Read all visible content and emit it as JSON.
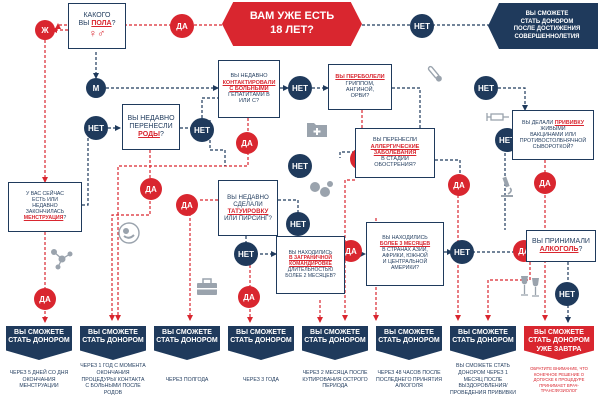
{
  "labels": {
    "yes": "ДА",
    "no": "НЕТ",
    "female": "Ж",
    "male": "М"
  },
  "colors": {
    "navy": "#1f3a5c",
    "red": "#d9262f",
    "icon_grey": "#9aa3ad"
  },
  "start": {
    "line1": "ВАМ УЖЕ ЕСТЬ",
    "line2": "18 ЛЕТ?"
  },
  "adult_banner": {
    "line1": "ВЫ СМОЖЕТЕ",
    "line2": "СТАТЬ ДОНОРОМ",
    "line3": "ПОСЛЕ ДОСТИЖЕНИЯ",
    "line4": "СОВЕРШЕННОЛЕТИЯ"
  },
  "questions": {
    "gender": {
      "pre": "КАКОГО",
      "mid": "ВЫ ",
      "hl": "ПОЛА",
      "post": "?"
    },
    "hepatitis": {
      "l1": "ВЫ НЕДАВНО",
      "hl1": "КОНТАКТИРОВАЛИ",
      "hl2": "С БОЛЬНЫМИ",
      "l2": "ГЕПАТИТАМИ В",
      "l3": "ИЛИ С?"
    },
    "flu": {
      "hl1": "ВЫ ПЕРЕБОЛЕЛИ",
      "l1": "ГРИППОМ, АНГИНОЙ,",
      "l2": "ОРВИ?"
    },
    "vaccine": {
      "l1": "ВЫ ДЕЛАЛИ",
      "hl": "ПРИВИВКУ",
      "l1b": " ЖИВЫМИ",
      "l2": "ВАКЦИНАМИ ИЛИ",
      "l3": "ПРОТИВОСТОЛБНЯЧНОЙ",
      "l4": "СЫВОРОТКОЙ?"
    },
    "birth": {
      "l1": "ВЫ НЕДАВНО",
      "l2": "ПЕРЕНЕСЛИ",
      "hl": "РОДЫ",
      "post": "?"
    },
    "allergy": {
      "l1": "ВЫ ПЕРЕНЕСЛИ",
      "hl1": "АЛЛЕРГИЧЕСКИЕ",
      "hl2": "ЗАБОЛЕВАНИЯ",
      "l2": "В СТАДИИ",
      "l3": "ОБОСТРЕНИЯ?"
    },
    "menstruation": {
      "l1": "У ВАС СЕЙЧАС",
      "l2": "ЕСТЬ ИЛИ",
      "l3": "НЕДАВНО",
      "l4": "ЗАКОНЧИЛАСЬ",
      "hl": "МЕНСТРУАЦИЯ",
      "post": "?"
    },
    "tattoo": {
      "l1": "ВЫ НЕДАВНО",
      "l2": "СДЕЛАЛИ",
      "hl": "ТАТУИРОВКУ",
      "l3": "ИЛИ ПИРСИНГ?"
    },
    "trip": {
      "l1": "ВЫ НАХОДИЛИСЬ",
      "hl1": "В ЗАГРАНИЧНОЙ",
      "hl2": "КОМАНДИРОВКЕ",
      "l2": "ДЛИТЕЛЬНОСТЬЮ",
      "l3": "БОЛЕЕ 2 МЕСЯЦЕВ?"
    },
    "abroad": {
      "l1": "ВЫ НАХОДИЛИСЬ",
      "hl": "БОЛЕЕ 3 МЕСЯЦЕВ",
      "l2": "В СТРАНАХ АЗИИ,",
      "l3": "АФРИКИ, ЮЖНОЙ",
      "l4": "И ЦЕНТРАЛЬНОЙ",
      "l5": "АМЕРИКИ?"
    },
    "alcohol": {
      "l1": "ВЫ ПРИНИМАЛИ",
      "hl": "АЛКОГОЛЬ",
      "post": "?"
    }
  },
  "results": [
    {
      "h1": "ВЫ СМОЖЕТЕ",
      "h2": "СТАТЬ ДОНОРОМ",
      "text": "ЧЕРЕЗ 5 ДНЕЙ СО ДНЯ ОКОНЧАНИЯ МЕНСТРУАЦИИ"
    },
    {
      "h1": "ВЫ СМОЖЕТЕ",
      "h2": "СТАТЬ ДОНОРОМ",
      "text": "ЧЕРЕЗ 1 ГОД С МОМЕНТА ОКОНЧАНИЯ ПРОЦЕДУРЫ/ КОНТАКТА С БОЛЬНЫМИ ПОСЛЕ РОДОВ"
    },
    {
      "h1": "ВЫ СМОЖЕТЕ",
      "h2": "СТАТЬ ДОНОРОМ",
      "text": "ЧЕРЕЗ ПОЛГОДА"
    },
    {
      "h1": "ВЫ СМОЖЕТЕ",
      "h2": "СТАТЬ ДОНОРОМ",
      "text": "ЧЕРЕЗ 3 ГОДА"
    },
    {
      "h1": "ВЫ СМОЖЕТЕ",
      "h2": "СТАТЬ ДОНОРОМ",
      "text": "ЧЕРЕЗ 2 МЕСЯЦА ПОСЛЕ КУПИРОВАНИЯ ОСТРОГО ПЕРИОДА"
    },
    {
      "h1": "ВЫ СМОЖЕТЕ",
      "h2": "СТАТЬ ДОНОРОМ",
      "text": "ЧЕРЕЗ 48 ЧАСОВ ПОСЛЕ ПОСЛЕДНЕГО ПРИНЯТИЯ АЛКОГОЛЯ"
    },
    {
      "h1": "ВЫ СМОЖЕТЕ",
      "h2": "СТАТЬ ДОНОРОМ",
      "text": "ВЫ СМОЖЕТЕ СТАТЬ ДОНОРОМ ЧЕРЕЗ 1 МЕСЯЦ ПОСЛЕ ВЫЗДОРОВЛЕНИЯ/ ПРОВЕДЕНИЯ ПРИВИВКИ"
    },
    {
      "h1": "ВЫ СМОЖЕТЕ",
      "h2": "СТАТЬ ДОНОРОМ",
      "h3": "УЖЕ ЗАВТРА",
      "text": "ОБРАТИТЕ ВНИМАНИЕ, ЧТО КОНЕЧНОЕ РЕШЕНИЕ О ДОПУСКЕ К ПРОЦЕДУРЕ ПРИНИМАЕТ ВРАЧ-ТРАНСФУЗИОЛОГ"
    }
  ]
}
